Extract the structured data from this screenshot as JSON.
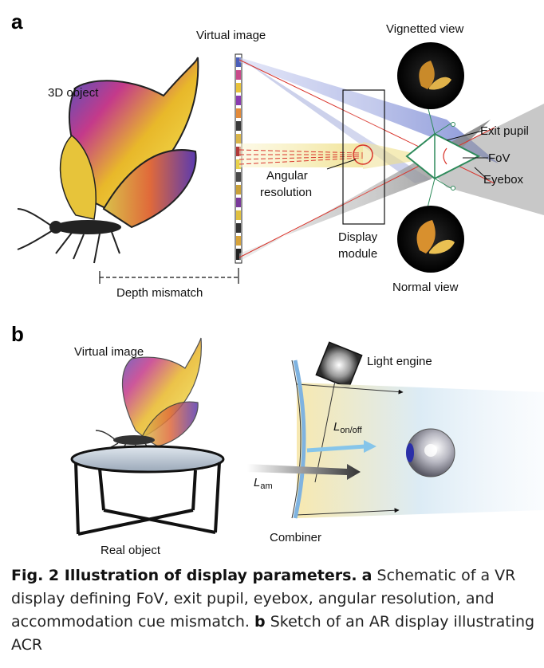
{
  "panel_a": {
    "letter": "a",
    "labels": {
      "virtual_image": "Virtual image",
      "object_3d": "3D object",
      "vignetted_view": "Vignetted view",
      "exit_pupil": "Exit pupil",
      "fov": "FoV",
      "eyebox": "Eyebox",
      "angular_resolution_1": "Angular",
      "angular_resolution_2": "resolution",
      "display_module_1": "Display",
      "display_module_2": "module",
      "normal_view": "Normal view",
      "depth_mismatch": "Depth mismatch"
    }
  },
  "panel_b": {
    "letter": "b",
    "labels": {
      "virtual_image": "Virtual image",
      "light_engine": "Light engine",
      "l_on_off_main": "L",
      "l_on_off_sub": "on/off",
      "l_am_main": "L",
      "l_am_sub": "am",
      "combiner": "Combiner",
      "real_object": "Real object"
    }
  },
  "caption": {
    "title": "Fig. 2 Illustration of display parameters.",
    "a_letter": "a",
    "a_text": "Schematic of a VR display defining FoV, exit pupil, eyebox, angular resolution, and accommodation cue mismatch.",
    "b_letter": "b",
    "b_text": "Sketch of an AR display illustrating ACR"
  },
  "colors": {
    "blue_beam": "#8f9bd6",
    "gray_beam": "#8c8c8c",
    "yellow_beam": "#f3e8a4",
    "eye_green": "#2d8a5a",
    "red_ray": "#d9342b",
    "combiner_blue": "#7fb3e0",
    "l_on_off_arrow": "#86c5ea"
  }
}
